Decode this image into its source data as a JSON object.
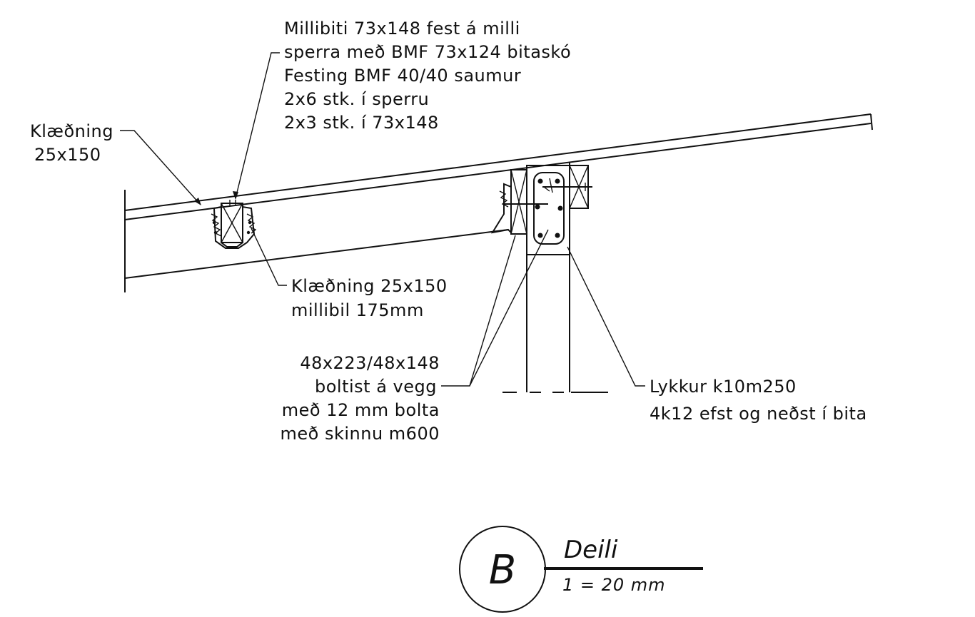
{
  "labels": {
    "millibiti": [
      "Millibiti 73x148 fest á milli",
      "sperra með BMF 73x124 bitaskó",
      "Festing BMF 40/40 saumur",
      "2x6 stk. í sperru",
      "2x3 stk. í 73x148"
    ],
    "kladning_top": [
      "Klæðning",
      "25x150"
    ],
    "kladning_bottom": [
      "Klæðning 25x150",
      "millibil 175mm"
    ],
    "beam": [
      "48x223/48x148",
      "boltist á vegg",
      "með 12 mm bolta",
      "með skinnu m600"
    ],
    "lykkur": [
      "Lykkur k10m250",
      "4k12 efst og neðst í bita"
    ]
  },
  "title_block": {
    "letter": "B",
    "title": "Deili",
    "scale": "1 = 20 mm"
  },
  "colors": {
    "line": "#111111",
    "background": "#ffffff"
  }
}
